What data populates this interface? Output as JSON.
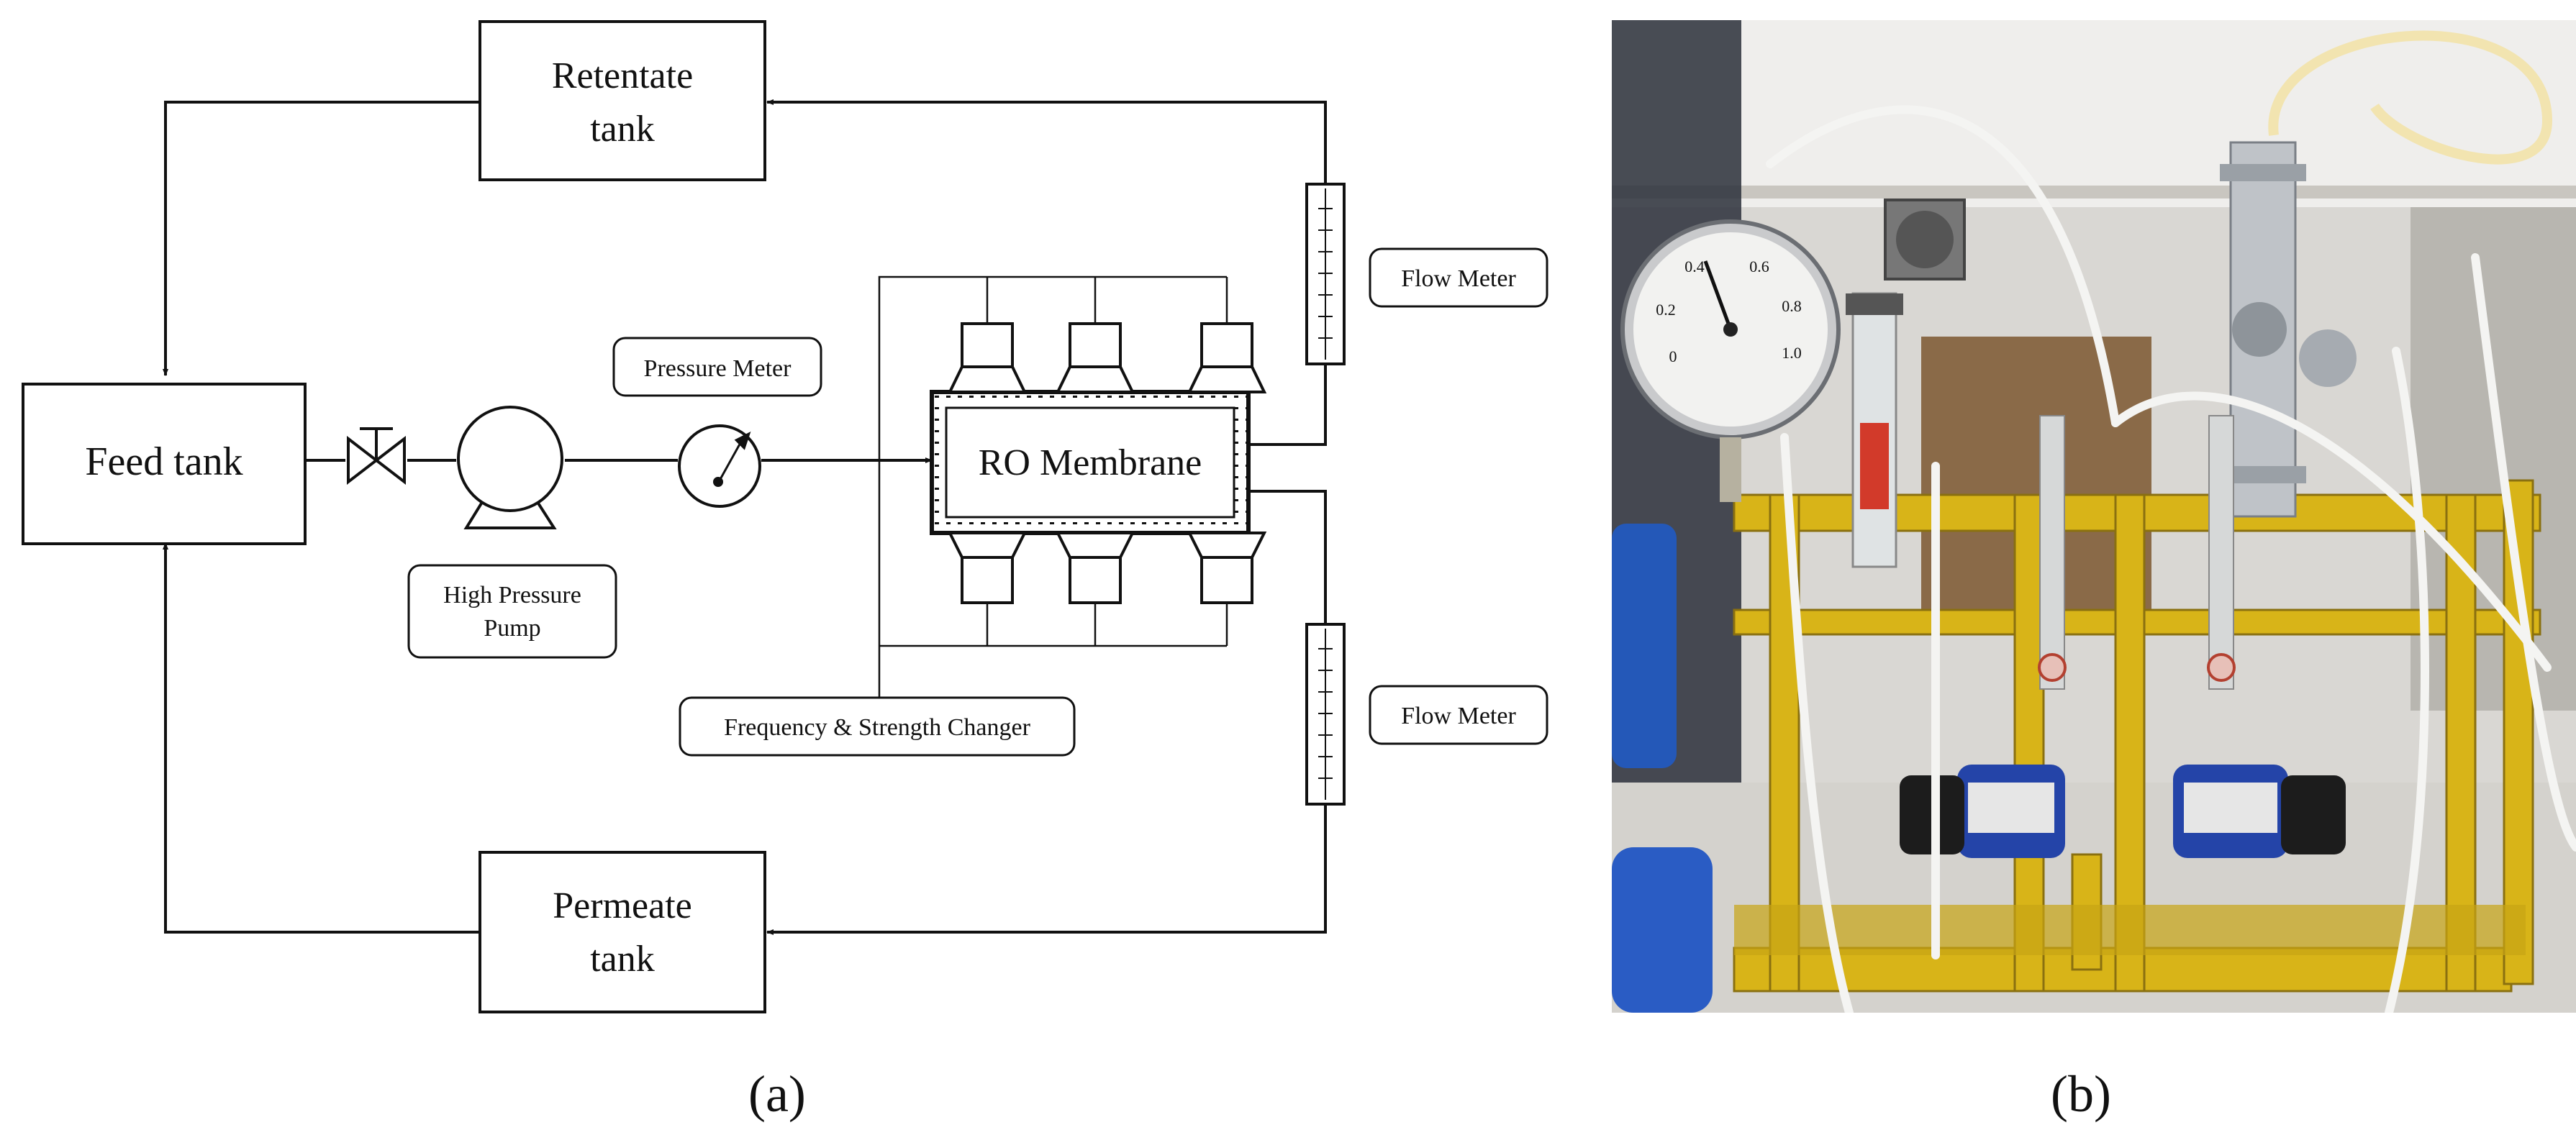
{
  "diagram": {
    "tanks": {
      "retentate": [
        "Retentate",
        "tank"
      ],
      "feed": [
        "Feed tank"
      ],
      "permeate": [
        "Permeate",
        "tank"
      ]
    },
    "membrane": "RO Membrane",
    "labels": {
      "pressure_meter": "Pressure Meter",
      "pump": [
        "High Pressure",
        "Pump"
      ],
      "freq": "Frequency & Strength Changer",
      "flow_top": "Flow Meter",
      "flow_bottom": "Flow Meter"
    }
  },
  "photo": {
    "gauge_ticks": [
      "0",
      "0.2",
      "0.4",
      "0.6",
      "0.8",
      "1.0"
    ]
  },
  "captions": {
    "a": "(a)",
    "b": "(b)"
  },
  "colors": {
    "line": "#111111",
    "frame": "#d8b418",
    "wall": "#e8e6e2",
    "pump_blue": "#2444a8"
  }
}
